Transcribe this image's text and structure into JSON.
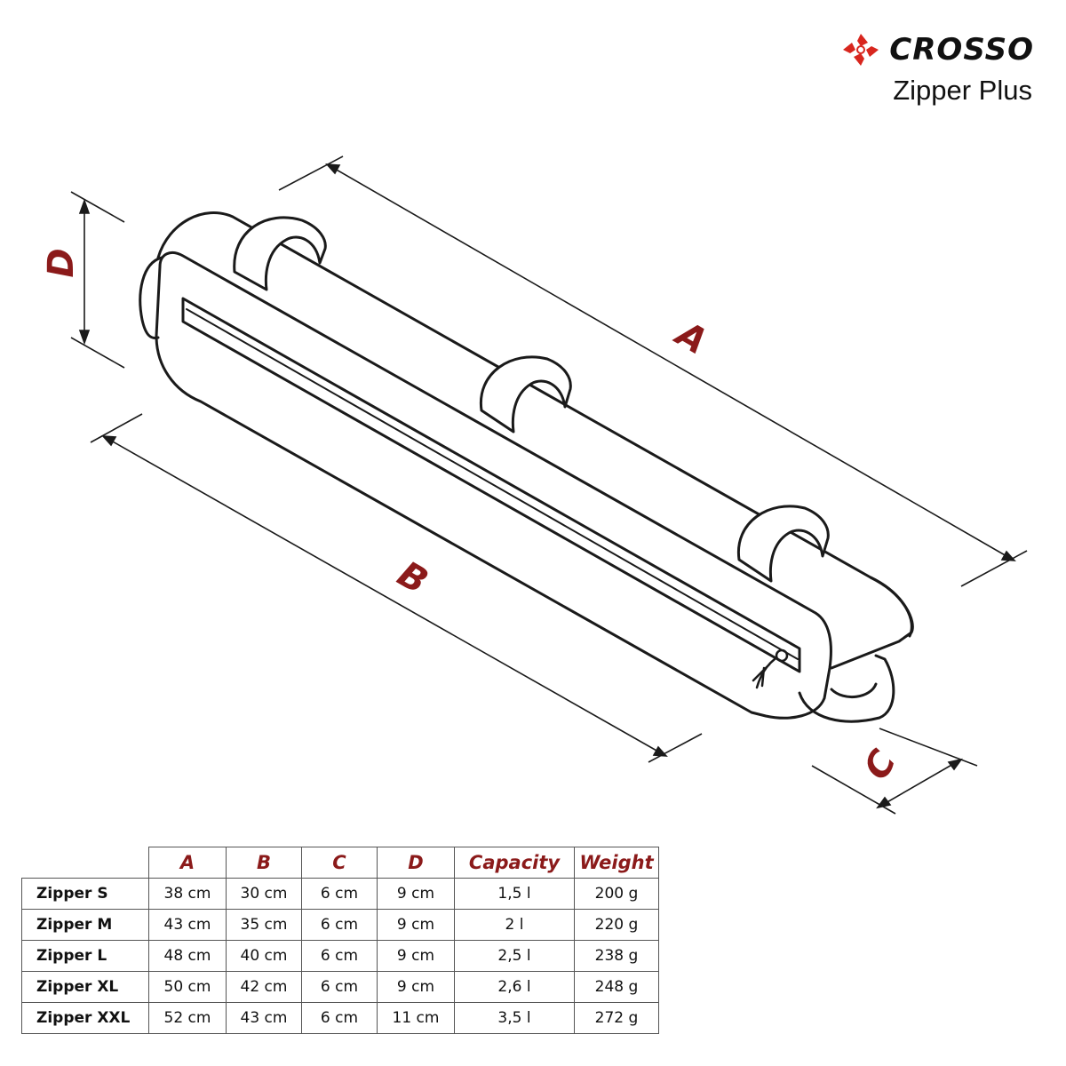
{
  "brand": {
    "logo_text": "CROSSO",
    "product_name": "Zipper Plus",
    "logo_color": "#d8261e"
  },
  "dimensions": {
    "a_label": "A",
    "b_label": "B",
    "c_label": "C",
    "d_label": "D",
    "label_color": "#8b1a1a"
  },
  "table": {
    "headers": [
      "A",
      "B",
      "C",
      "D",
      "Capacity",
      "Weight"
    ],
    "rows": [
      {
        "name": "Zipper S",
        "values": [
          "38 cm",
          "30 cm",
          "6 cm",
          "9 cm",
          "1,5 l",
          "200 g"
        ]
      },
      {
        "name": "Zipper M",
        "values": [
          "43 cm",
          "35 cm",
          "6 cm",
          "9 cm",
          "2 l",
          "220 g"
        ]
      },
      {
        "name": "Zipper L",
        "values": [
          "48 cm",
          "40 cm",
          "6 cm",
          "9 cm",
          "2,5 l",
          "238 g"
        ]
      },
      {
        "name": "Zipper XL",
        "values": [
          "50 cm",
          "42 cm",
          "6 cm",
          "9 cm",
          "2,6 l",
          "248 g"
        ]
      },
      {
        "name": "Zipper XXL",
        "values": [
          "52 cm",
          "43 cm",
          "6 cm",
          "11 cm",
          "3,5 l",
          "272 g"
        ]
      }
    ]
  }
}
